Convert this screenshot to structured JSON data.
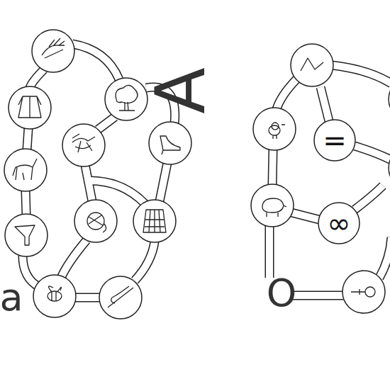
{
  "diagram": {
    "nodes": [
      {
        "text": [
          "="
        ]
      },
      {
        "text": [
          "∞"
        ]
      }
    ],
    "labels": [
      "A",
      "O",
      "a"
    ]
  }
}
